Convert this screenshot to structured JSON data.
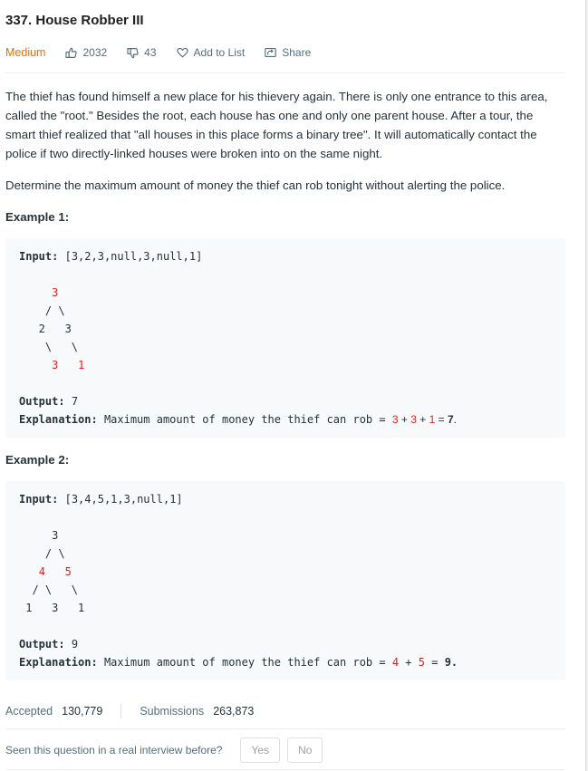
{
  "problem": {
    "title": "337. House Robber III",
    "difficulty": "Medium",
    "likes": "2032",
    "dislikes": "43",
    "add_to_list": "Add to List",
    "share": "Share"
  },
  "description": {
    "p1": "The thief has found himself a new place for his thievery again. There is only one entrance to this area, called the \"root.\" Besides the root, each house has one and only one parent house. After a tour, the smart thief realized that \"all houses in this place forms a binary tree\". It will automatically contact the police if two directly-linked houses were broken into on the same night.",
    "p2": "Determine the maximum amount of money the thief can rob tonight without alerting the police."
  },
  "example1": {
    "title": "Example 1:",
    "input_label": "Input:",
    "input_value": "[3,2,3,null,3,null,1]",
    "output_label": "Output:",
    "output_value": "7",
    "explanation_label": "Explanation:",
    "explanation_text": "Maximum amount of money the thief can rob =",
    "expr_a": "3",
    "expr_b": "3",
    "expr_c": "1",
    "result": "7"
  },
  "example2": {
    "title": "Example 2:",
    "input_label": "Input:",
    "input_value": "[3,4,5,1,3,null,1]",
    "output_label": "Output:",
    "output_value": "9",
    "explanation_label": "Explanation:",
    "explanation_text": "Maximum amount of money the thief can rob =",
    "expr_a": "4",
    "expr_b": "5",
    "result": "9."
  },
  "stats": {
    "accepted_label": "Accepted",
    "accepted_value": "130,779",
    "submissions_label": "Submissions",
    "submissions_value": "263,873"
  },
  "interview": {
    "question": "Seen this question in a real interview before?",
    "yes": "Yes",
    "no": "No"
  },
  "colors": {
    "difficulty": "#ef6c00",
    "highlight": "#e91e1e",
    "code_bg": "#f7f9fa"
  }
}
